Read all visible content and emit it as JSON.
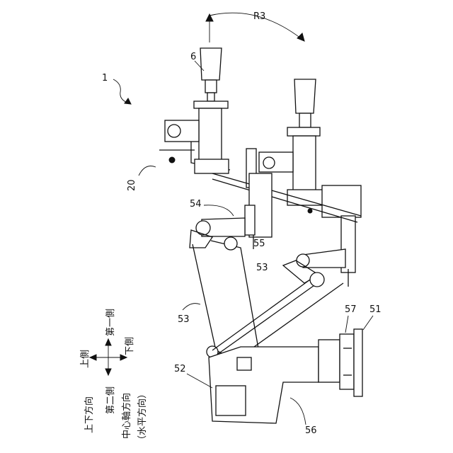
{
  "figure": {
    "labels": {
      "r3": "R3",
      "n1": "1",
      "n6": "6",
      "n20": "20",
      "n54": "54",
      "n55": "55",
      "n53a": "53",
      "n53b": "53",
      "n52": "52",
      "n56": "56",
      "n57": "57",
      "n51": "51"
    },
    "legend": {
      "up": "上側",
      "down": "下側",
      "first": "第一側",
      "second": "第二側",
      "vertical": "上下方向",
      "axis": "中心軸方向",
      "horizontal": "（水平方向）"
    }
  }
}
